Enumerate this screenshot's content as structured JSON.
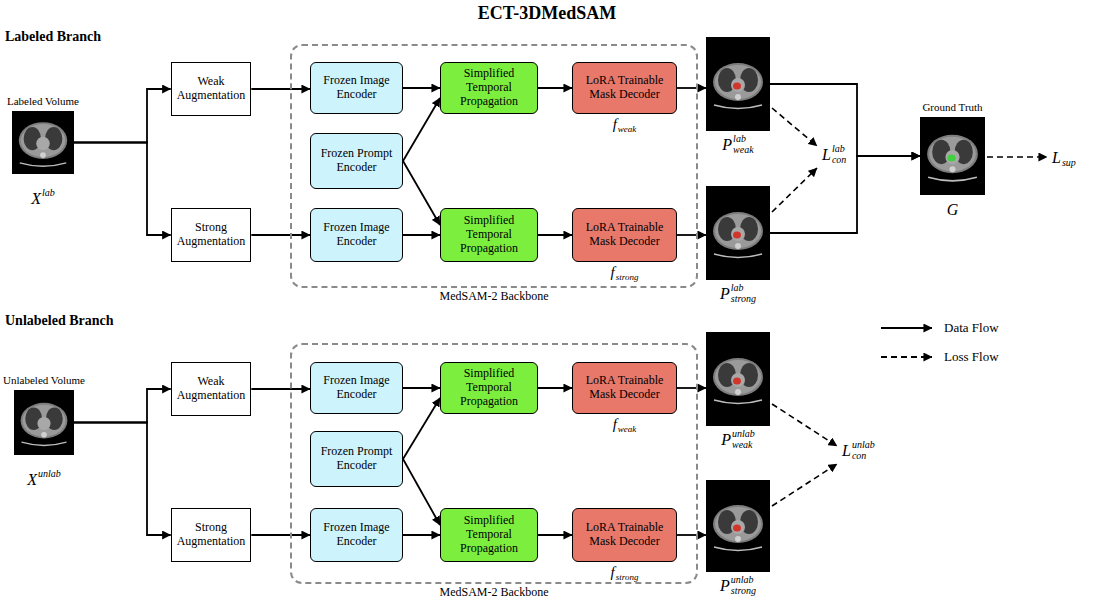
{
  "diagram": {
    "title": "ECT-3DMedSAM",
    "nodes": [
      {
        "text": [
          "Labeled Volume",
          "X",
          "lab"
        ]
      },
      {
        "text": [
          "Weak Augmentation"
        ]
      },
      {
        "text": [
          "Strong Augmentation"
        ]
      },
      {
        "text": [
          "MedSAM-2 Backbone"
        ]
      },
      {
        "text": [
          "Frozen Image Encoder"
        ],
        "in": 3
      },
      {
        "text": [
          "Frozen Prompt Encoder"
        ],
        "in": 3
      },
      {
        "text": [
          "Frozen Image Encoder"
        ],
        "in": 3
      },
      {
        "text": [
          "Simplified Temporal Propagation"
        ],
        "in": 3
      },
      {
        "text": [
          "LoRA Trainable Mask Decoder",
          "f",
          "weak"
        ],
        "in": 3
      },
      {
        "text": [
          "Simplified Temporal Propagation"
        ],
        "in": 3
      },
      {
        "text": [
          "LoRA Trainable Mask Decoder",
          "f",
          "strong"
        ],
        "in": 3
      },
      {
        "text": [
          "P",
          "lab",
          "weak"
        ]
      },
      {
        "text": [
          "P",
          "lab",
          "strong"
        ]
      },
      {
        "text": [
          "Ground Truth",
          "G"
        ]
      },
      {
        "text": [
          "Unlabeled Volume",
          "X",
          "unlab"
        ]
      },
      {
        "text": [
          "Weak Augmentation"
        ]
      },
      {
        "text": [
          "Strong Augmentation"
        ]
      },
      {
        "text": [
          "MedSAM-2 Backbone"
        ]
      },
      {
        "text": [
          "Frozen Image Encoder"
        ],
        "in": 17
      },
      {
        "text": [
          "Frozen Prompt Encoder"
        ],
        "in": 17
      },
      {
        "text": [
          "Frozen Image Encoder"
        ],
        "in": 17
      },
      {
        "text": [
          "Simplified Temporal Propagation"
        ],
        "in": 17
      },
      {
        "text": [
          "LoRA Trainable Mask Decoder",
          "f",
          "weak"
        ],
        "in": 17
      },
      {
        "text": [
          "Simplified Temporal Propagation"
        ],
        "in": 17
      },
      {
        "text": [
          "LoRA Trainable Mask Decoder",
          "f",
          "strong"
        ],
        "in": 17
      },
      {
        "text": [
          "P",
          "unlab",
          "weak"
        ]
      },
      {
        "text": [
          "P",
          "unlab",
          "strong"
        ]
      }
    ],
    "edges": [
      {
        "from": 0,
        "to": 1,
        "arrow": "to"
      },
      {
        "from": 0,
        "to": 2,
        "arrow": "to"
      },
      {
        "from": 1,
        "to": 4,
        "arrow": "to"
      },
      {
        "from": 2,
        "to": 6,
        "arrow": "to"
      },
      {
        "from": 4,
        "to": 7,
        "arrow": "to"
      },
      {
        "from": 5,
        "to": 7,
        "arrow": "to"
      },
      {
        "from": 5,
        "to": 9,
        "arrow": "to"
      },
      {
        "from": 6,
        "to": 9,
        "arrow": "to"
      },
      {
        "from": 7,
        "to": 8,
        "arrow": "to"
      },
      {
        "from": 9,
        "to": 10,
        "arrow": "to"
      },
      {
        "from": 8,
        "to": 11,
        "arrow": "to"
      },
      {
        "from": 10,
        "to": 12,
        "arrow": "to"
      },
      {
        "from": 11,
        "to": 13,
        "arrow": "to"
      },
      {
        "from": 12,
        "to": 13,
        "arrow": "to"
      },
      {
        "from": 14,
        "to": 15,
        "arrow": "to"
      },
      {
        "from": 14,
        "to": 16,
        "arrow": "to"
      },
      {
        "from": 15,
        "to": 18,
        "arrow": "to"
      },
      {
        "from": 16,
        "to": 20,
        "arrow": "to"
      },
      {
        "from": 18,
        "to": 21,
        "arrow": "to"
      },
      {
        "from": 19,
        "to": 21,
        "arrow": "to"
      },
      {
        "from": 19,
        "to": 23,
        "arrow": "to"
      },
      {
        "from": 20,
        "to": 23,
        "arrow": "to"
      },
      {
        "from": 21,
        "to": 22,
        "arrow": "to"
      },
      {
        "from": 23,
        "to": 24,
        "arrow": "to"
      },
      {
        "from": 22,
        "to": 25,
        "arrow": "to"
      },
      {
        "from": 24,
        "to": 26,
        "arrow": "to"
      }
    ],
    "labels": [
      "Labeled Branch",
      "L",
      "lab",
      "con",
      "L",
      "sup",
      "Unlabeled Branch",
      "L",
      "unlab",
      "con"
    ],
    "legend": [
      {
        "text": "Data Flow"
      },
      {
        "text": "Loss Flow"
      }
    ]
  }
}
